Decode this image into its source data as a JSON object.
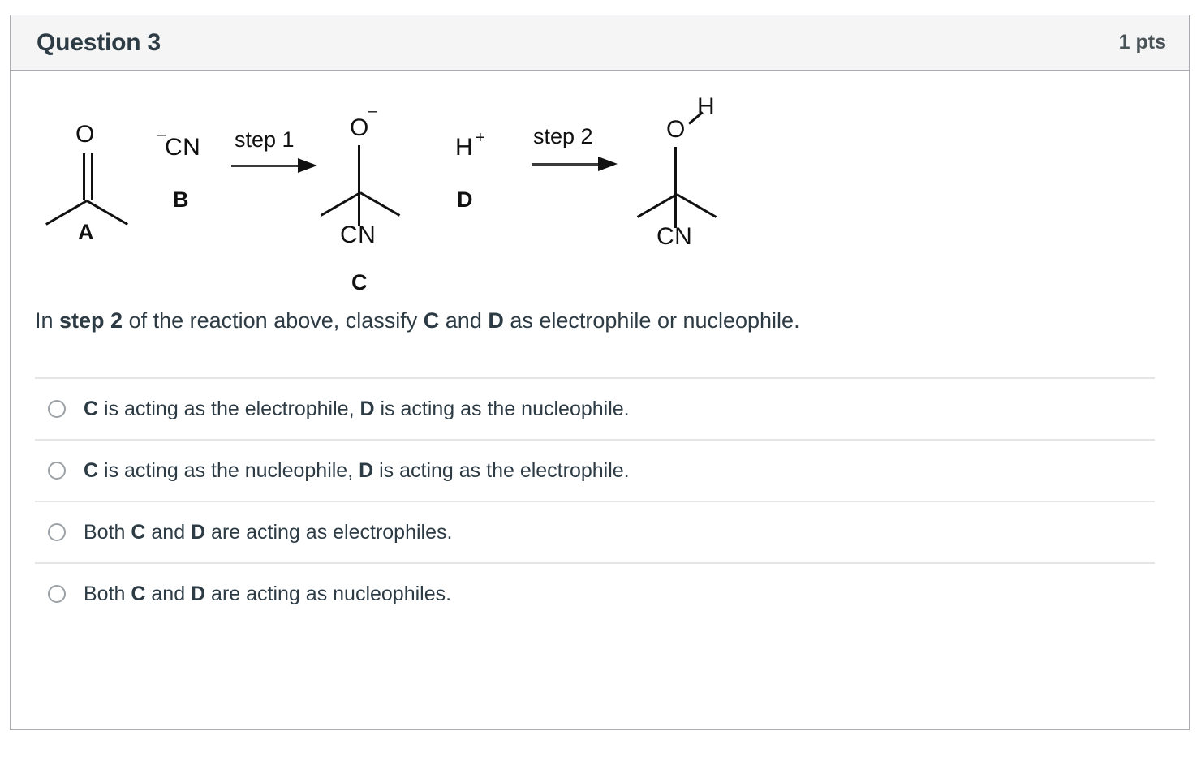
{
  "header": {
    "title": "Question 3",
    "points": "1 pts"
  },
  "scheme": {
    "reactant_a": {
      "atom_o": "O",
      "label": "A"
    },
    "reagent_b": {
      "charge": "–",
      "formula": "CN",
      "label": "B"
    },
    "step1": {
      "label": "step 1"
    },
    "intermediate_c": {
      "atom_o": "O",
      "charge": "–",
      "nitrile": "CN",
      "label": "C"
    },
    "reagent_d": {
      "formula": "H",
      "charge": "+",
      "label": "D"
    },
    "step2": {
      "label": "step 2"
    },
    "product": {
      "atom_o": "O",
      "atom_h": "H",
      "nitrile": "CN"
    }
  },
  "prompt": {
    "part1": "In ",
    "bold1": "step 2",
    "part2": " of the reaction above, classify ",
    "bold2": "C",
    "part3": " and ",
    "bold3": "D",
    "part4": " as electrophile or nucleophile."
  },
  "answers": [
    {
      "bold1": "C",
      "text1": " is acting as the electrophile, ",
      "bold2": "D",
      "text2": " is acting as the nucleophile.",
      "selected": false
    },
    {
      "bold1": "C",
      "text1": " is acting as the nucleophile, ",
      "bold2": "D",
      "text2": " is acting as the electrophile.",
      "selected": false
    },
    {
      "text0": "Both ",
      "bold1": "C",
      "text1": " and ",
      "bold2": "D",
      "text2": " are acting as electrophiles.",
      "selected": false
    },
    {
      "text0": "Both ",
      "bold1": "C",
      "text1": " and ",
      "bold2": "D",
      "text2": " are acting as nucleophiles.",
      "selected": false
    }
  ],
  "colors": {
    "text": "#2d3b45",
    "border": "#a9adb1",
    "header_bg": "#f5f5f5",
    "divider": "#e3e5e6",
    "structure": "#111111"
  }
}
